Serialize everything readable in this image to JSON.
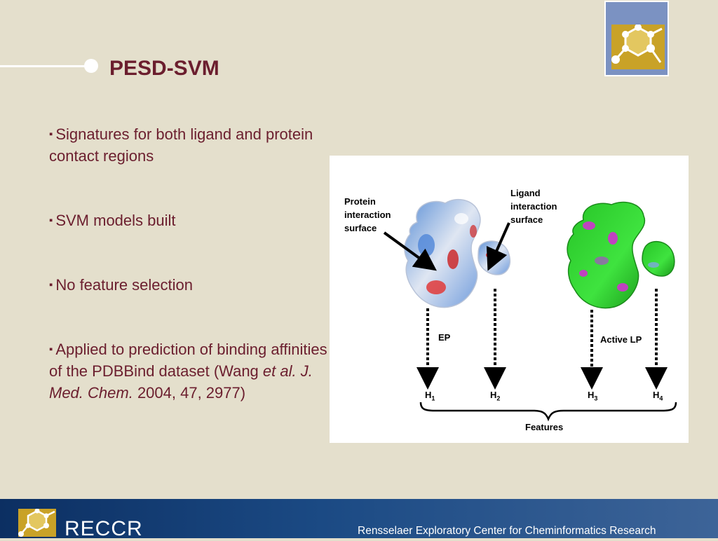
{
  "slide": {
    "title": "PESD-SVM",
    "bullets": [
      {
        "text": "Signatures for both ligand and protein contact regions"
      },
      {
        "text": "SVM models built"
      },
      {
        "text": "No feature selection"
      },
      {
        "pre": "Applied to prediction of binding affinities of the PDBBind dataset (Wang ",
        "em": "et al. J. Med. Chem.",
        "post": " 2004, 47, 2977)"
      }
    ],
    "bullet_marker": "▪"
  },
  "figure": {
    "protein_label": "Protein\ninteraction\nsurface",
    "ligand_label": "Ligand\ninteraction\nsurface",
    "ep_label": "EP",
    "active_lp_label": "Active LP",
    "h_labels": [
      {
        "base": "H",
        "sub": "1"
      },
      {
        "base": "H",
        "sub": "2"
      },
      {
        "base": "H",
        "sub": "3"
      },
      {
        "base": "H",
        "sub": "4"
      }
    ],
    "features_label": "Features"
  },
  "footer": {
    "brand": "RECCR",
    "center_name": "Rensselaer Exploratory Center for Cheminformatics Research"
  },
  "colors": {
    "background": "#e4dfcc",
    "title": "#6b1e2e",
    "footer": "#123b72",
    "logo_panel": "#7b92c2",
    "gold": "#c9a227"
  }
}
